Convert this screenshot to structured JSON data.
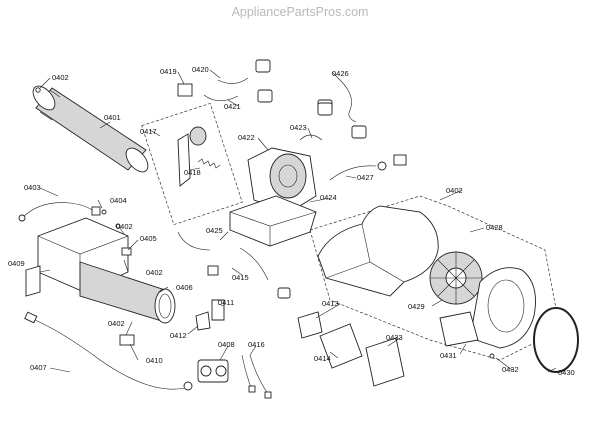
{
  "watermark": "AppliancePartsPros.com",
  "labels": {
    "p0401": "0401",
    "p0402a": "0402",
    "p0402b": "0402",
    "p0402c": "0402",
    "p0402d": "0402",
    "p0402e": "0402",
    "p0403": "0403",
    "p0404": "0404",
    "p0405": "0405",
    "p0406": "0406",
    "p0407": "0407",
    "p0408": "0408",
    "p0409": "0409",
    "p0410": "0410",
    "p0411": "0411",
    "p0412": "0412",
    "p0413": "0413",
    "p0414": "0414",
    "p0415": "0415",
    "p0416": "0416",
    "p0417": "0417",
    "p0418": "0418",
    "p0419": "0419",
    "p0420": "0420",
    "p0421": "0421",
    "p0422": "0422",
    "p0423": "0423",
    "p0424": "0424",
    "p0425": "0425",
    "p0426": "0426",
    "p0427": "0427",
    "p0428": "0428",
    "p0429": "0429",
    "p0430": "0430",
    "p0431": "0431",
    "p0432": "0432",
    "p0433": "0433"
  }
}
